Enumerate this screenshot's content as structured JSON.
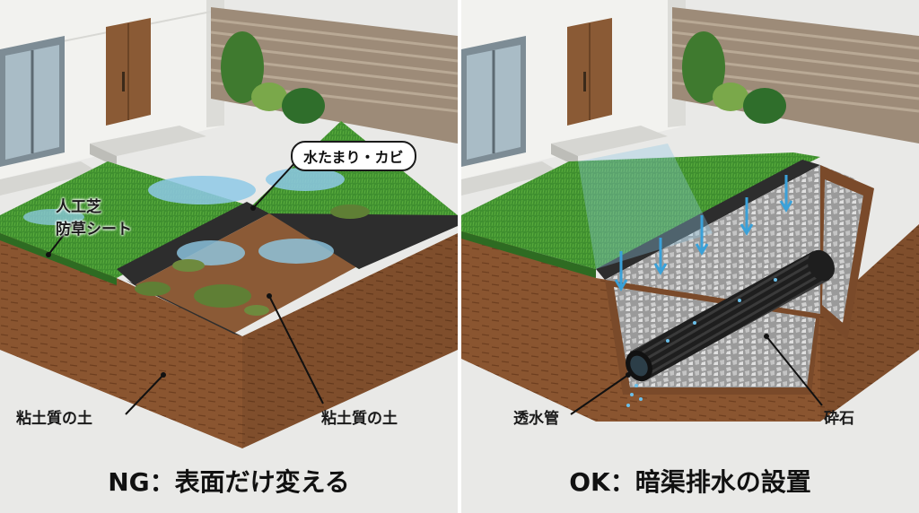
{
  "left_panel": {
    "bubble_label": "水たまり・カビ",
    "turf_label_line1": "人工芝",
    "turf_label_line2": "防草シート",
    "soil_label_left": "粘土質の土",
    "soil_label_right": "粘土質の土",
    "caption": "NG：表面だけ変える"
  },
  "right_panel": {
    "pipe_label": "透水管",
    "gravel_label": "砕石",
    "caption": "OK：暗渠排水の設置"
  },
  "colors": {
    "grass": "#3f8f2f",
    "soil": "#8a5530",
    "water": "#8ec9e6",
    "pipe": "#1e1e1e",
    "gravel": "#b7b7b7"
  }
}
